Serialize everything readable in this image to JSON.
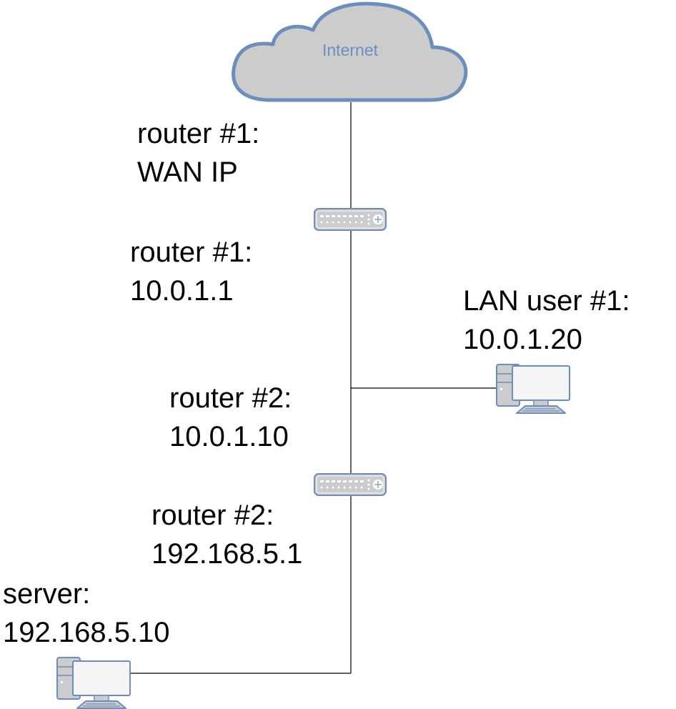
{
  "diagram": {
    "type": "network-topology",
    "colors": {
      "device_stroke": "#6c8ebf",
      "device_fill": "#cccccc",
      "screen_fill": "#f5f5f5",
      "link": "#000000",
      "cloud_text": "#6c8ebf"
    },
    "nodes": {
      "internet": {
        "label": "Internet",
        "icon": "cloud-icon"
      },
      "router1": {
        "icon": "router-icon"
      },
      "router2": {
        "icon": "router-icon"
      },
      "lan_user1": {
        "icon": "desktop-computer-icon"
      },
      "server": {
        "icon": "desktop-computer-icon"
      }
    },
    "labels": {
      "router1_wan": [
        "router #1:",
        "WAN IP"
      ],
      "router1_lan": [
        "router #1:",
        "10.0.1.1"
      ],
      "router2_wan": [
        "router #2:",
        "10.0.1.10"
      ],
      "router2_lan": [
        "router #2:",
        "192.168.5.1"
      ],
      "lan_user1": [
        "LAN user #1:",
        "10.0.1.20"
      ],
      "server": [
        "server:",
        "192.168.5.10"
      ]
    },
    "links": [
      {
        "from": "internet",
        "to": "router1"
      },
      {
        "from": "router1",
        "to": "router2"
      },
      {
        "from": "router1-router2-segment",
        "to": "lan_user1"
      },
      {
        "from": "router2",
        "to": "server"
      }
    ]
  }
}
